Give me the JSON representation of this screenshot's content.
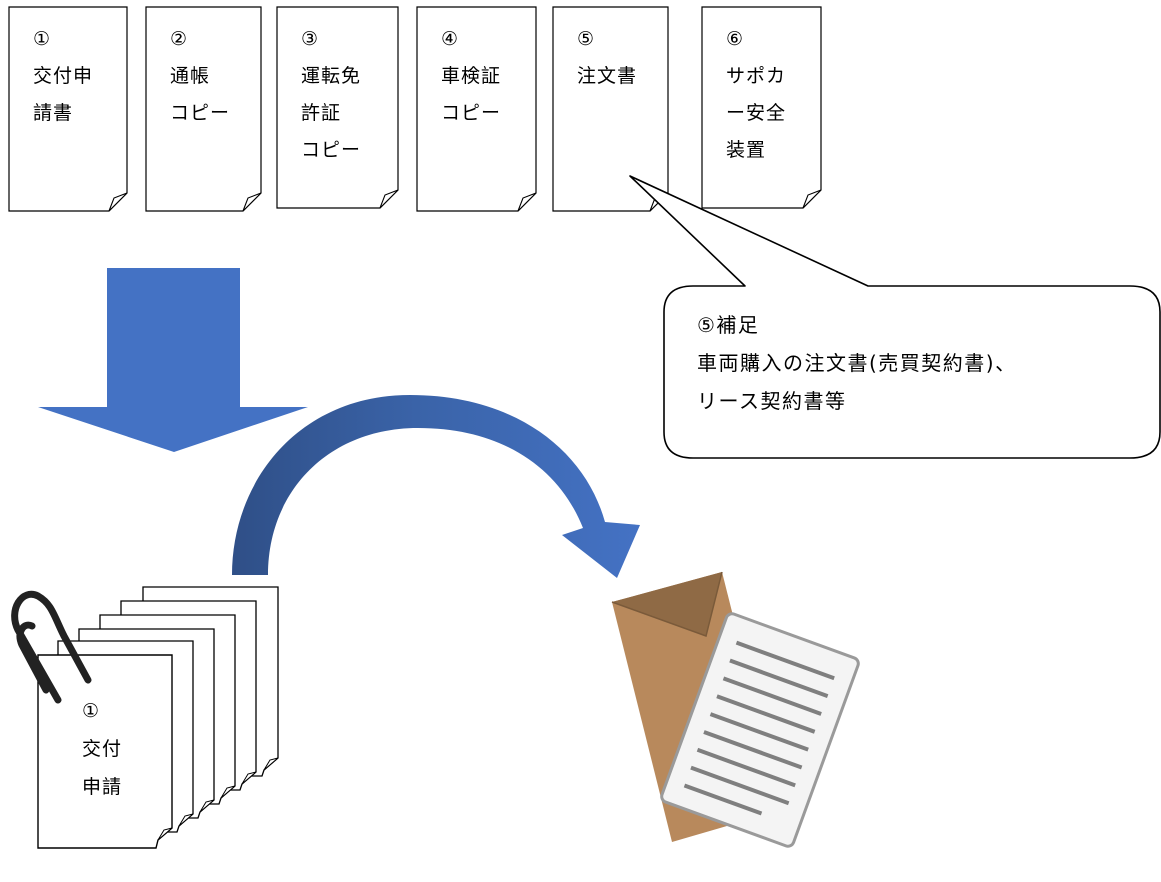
{
  "documents": [
    {
      "lines": [
        "①",
        "交付申",
        "請書"
      ]
    },
    {
      "lines": [
        "②",
        "通帳",
        "コピー"
      ]
    },
    {
      "lines": [
        "③",
        "運転免",
        "許証",
        "コピー"
      ]
    },
    {
      "lines": [
        "④",
        "車検証",
        "コピー"
      ]
    },
    {
      "lines": [
        "⑤",
        "注文書"
      ]
    },
    {
      "lines": [
        "⑥",
        "サポカ",
        "ー安全",
        "装置"
      ]
    }
  ],
  "callout": {
    "lines": [
      "⑤補足",
      "車両購入の注文書(売買契約書)、",
      "リース契約書等"
    ]
  },
  "stack_front": {
    "lines": [
      "①",
      "交付",
      "申請"
    ]
  },
  "colors": {
    "arrow_blue": "#4472c4",
    "arrow_dark": "#2f4f87",
    "envelope": "#b8895c",
    "envelope_shadow": "#8f6a45",
    "paper_line": "#7f7f7f",
    "clip": "#222222"
  },
  "icons": [
    "paperclip-icon",
    "envelope-icon"
  ]
}
